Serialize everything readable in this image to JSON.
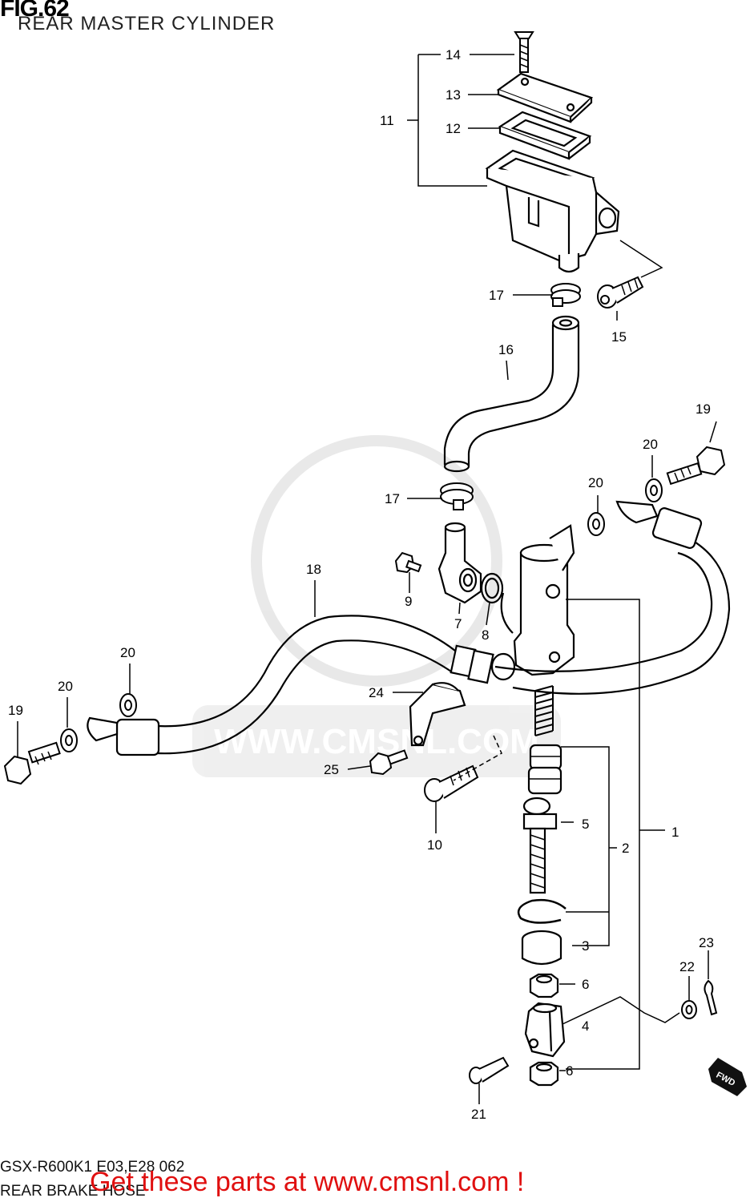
{
  "figure": {
    "number": "FIG.62",
    "title": "REAR MASTER CYLINDER"
  },
  "callouts": [
    {
      "id": "c1",
      "label": "1"
    },
    {
      "id": "c2",
      "label": "2"
    },
    {
      "id": "c3",
      "label": "3"
    },
    {
      "id": "c4",
      "label": "4"
    },
    {
      "id": "c5",
      "label": "5"
    },
    {
      "id": "c6a",
      "label": "6"
    },
    {
      "id": "c6b",
      "label": "6"
    },
    {
      "id": "c7",
      "label": "7"
    },
    {
      "id": "c8",
      "label": "8"
    },
    {
      "id": "c9",
      "label": "9"
    },
    {
      "id": "c10",
      "label": "10"
    },
    {
      "id": "c11",
      "label": "11"
    },
    {
      "id": "c12",
      "label": "12"
    },
    {
      "id": "c13",
      "label": "13"
    },
    {
      "id": "c14",
      "label": "14"
    },
    {
      "id": "c15",
      "label": "15"
    },
    {
      "id": "c16",
      "label": "16"
    },
    {
      "id": "c17a",
      "label": "17"
    },
    {
      "id": "c17b",
      "label": "17"
    },
    {
      "id": "c18",
      "label": "18"
    },
    {
      "id": "c19a",
      "label": "19"
    },
    {
      "id": "c19b",
      "label": "19"
    },
    {
      "id": "c20a",
      "label": "20"
    },
    {
      "id": "c20b",
      "label": "20"
    },
    {
      "id": "c20c",
      "label": "20"
    },
    {
      "id": "c20d",
      "label": "20"
    },
    {
      "id": "c21",
      "label": "21"
    },
    {
      "id": "c22",
      "label": "22"
    },
    {
      "id": "c23",
      "label": "23"
    },
    {
      "id": "c24",
      "label": "24"
    },
    {
      "id": "c25",
      "label": "25"
    }
  ],
  "direction_badge": "FWD",
  "watermark": "WWW.CMSNL.COM",
  "footer": {
    "model_code": "GSX-R600K1 E03,E28 062",
    "section_name": "REAR BRAKE HOSE",
    "promo": "Get these parts at www.cmsnl.com !",
    "promo_color": "#e01010"
  }
}
